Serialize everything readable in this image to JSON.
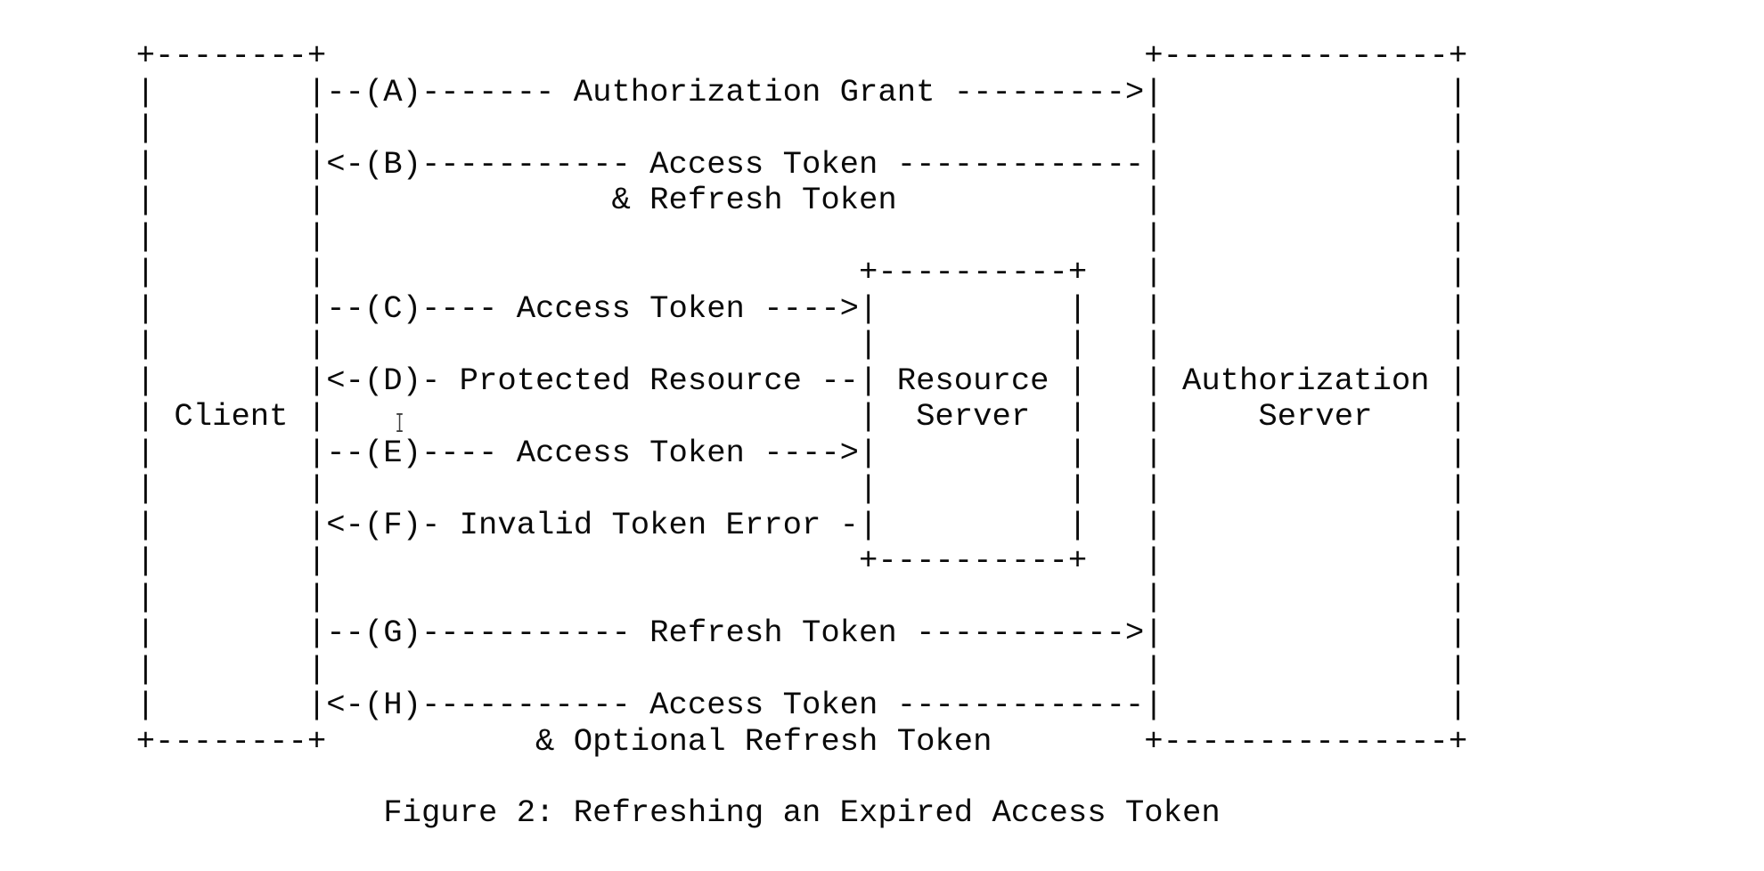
{
  "page": {
    "background_color": "#ffffff",
    "text_color": "#0a0a0a"
  },
  "figure": {
    "caption": "Figure 2: Refreshing an Expired Access Token"
  },
  "diagram": {
    "ascii_art": "  +--------+                                           +---------------+\n  |        |--(A)------- Authorization Grant --------->|               |\n  |        |                                           |               |\n  |        |<-(B)----------- Access Token -------------|               |\n  |        |               & Refresh Token             |               |\n  |        |                                           |               |\n  |        |                            +----------+   |               |\n  |        |--(C)---- Access Token ---->|          |   |               |\n  |        |                            |          |   |               |\n  |        |<-(D)- Protected Resource --| Resource |   | Authorization |\n  | Client |                            |  Server  |   |     Server    |\n  |        |--(E)---- Access Token ---->|          |   |               |\n  |        |                            |          |   |               |\n  |        |<-(F)- Invalid Token Error -|          |   |               |\n  |        |                            +----------+   |               |\n  |        |                                           |               |\n  |        |--(G)----------- Refresh Token ----------->|               |\n  |        |                                           |               |\n  |        |<-(H)----------- Access Token -------------|               |\n  +--------+           & Optional Refresh Token        +---------------+",
    "actors": [
      {
        "name": "Client"
      },
      {
        "name": "Resource Server"
      },
      {
        "name": "Authorization Server"
      }
    ],
    "steps": [
      {
        "id": "A",
        "from": "Client",
        "to": "Authorization Server",
        "label": "Authorization Grant"
      },
      {
        "id": "B",
        "from": "Authorization Server",
        "to": "Client",
        "label": "Access Token & Refresh Token"
      },
      {
        "id": "C",
        "from": "Client",
        "to": "Resource Server",
        "label": "Access Token"
      },
      {
        "id": "D",
        "from": "Resource Server",
        "to": "Client",
        "label": "Protected Resource"
      },
      {
        "id": "E",
        "from": "Client",
        "to": "Resource Server",
        "label": "Access Token"
      },
      {
        "id": "F",
        "from": "Resource Server",
        "to": "Client",
        "label": "Invalid Token Error"
      },
      {
        "id": "G",
        "from": "Client",
        "to": "Authorization Server",
        "label": "Refresh Token"
      },
      {
        "id": "H",
        "from": "Authorization Server",
        "to": "Client",
        "label": "Access Token & Optional Refresh Token"
      }
    ]
  },
  "cursor": {
    "type": "i-beam"
  }
}
